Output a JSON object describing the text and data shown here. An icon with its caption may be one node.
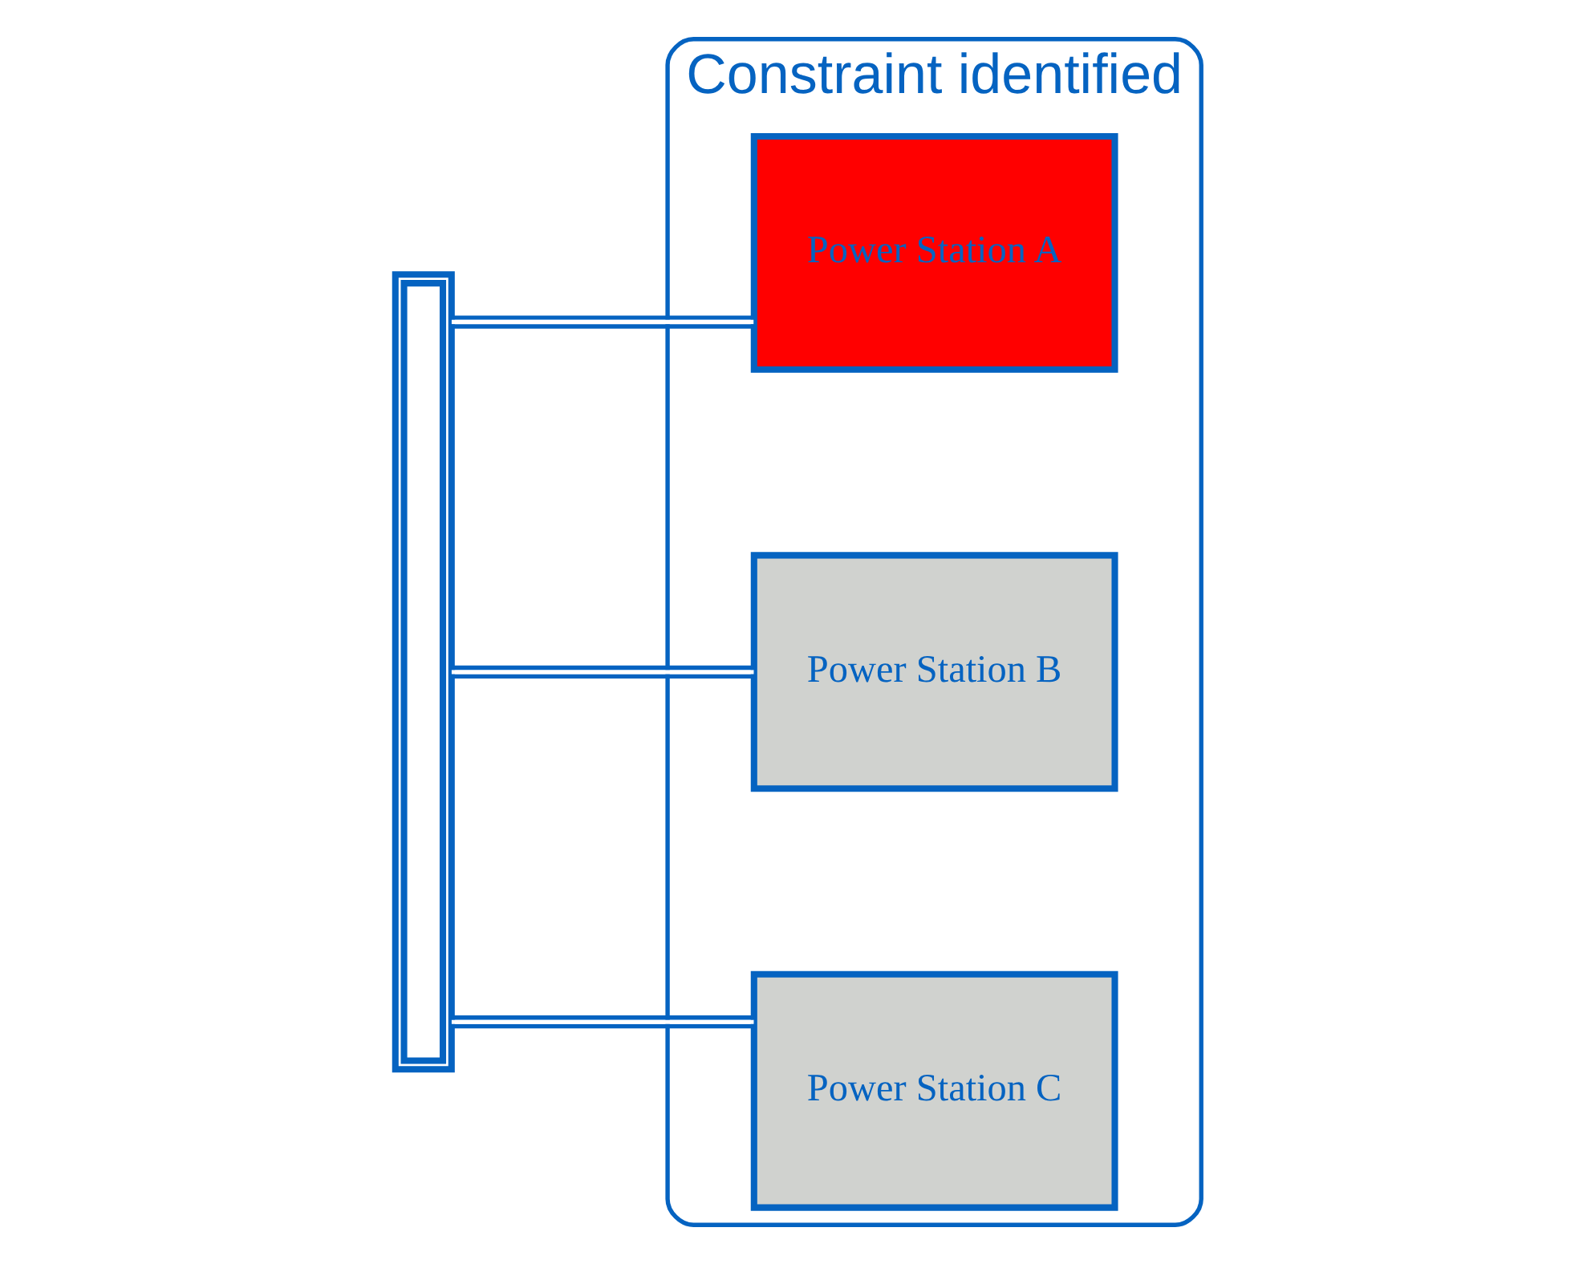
{
  "diagram": {
    "nodes": [
      {
        "text": [
          "Constraint identified"
        ]
      },
      {
        "text": [],
        "shape": "bar"
      },
      {
        "text": [
          "Power Station A"
        ],
        "in": 0
      },
      {
        "text": [
          "Power Station B"
        ],
        "in": 0
      },
      {
        "text": [
          "Power Station C"
        ],
        "in": 0
      }
    ],
    "edges": [
      {
        "from": 2,
        "to": 1,
        "arrow": "none"
      },
      {
        "from": 1,
        "to": 3,
        "arrow": "none"
      },
      {
        "from": 1,
        "to": 4,
        "arrow": "none"
      }
    ]
  }
}
